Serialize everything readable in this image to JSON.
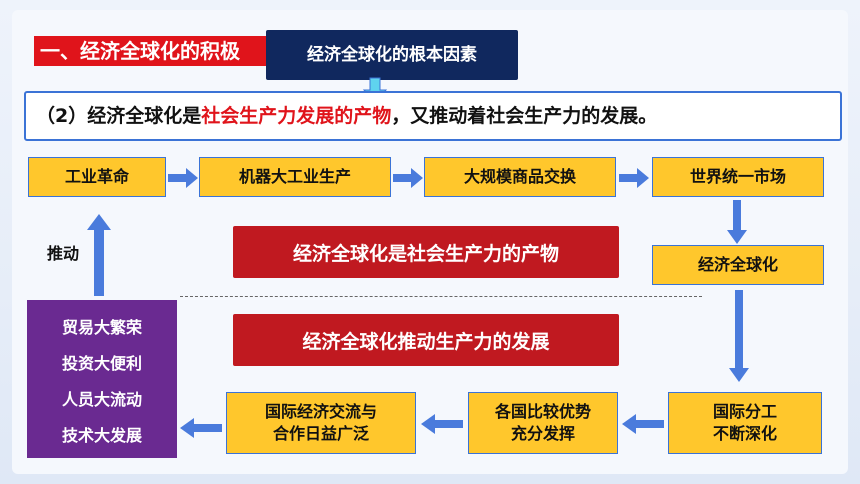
{
  "heading": "一、经济全球化的积极",
  "callout": "经济全球化的根本因素",
  "statement": {
    "prefix": "（2）经济全球化是",
    "highlight": "社会生产力发展的产物",
    "suffix": "，又推动着社会生产力的发展。"
  },
  "top_row": [
    "工业革命",
    "机器大工业生产",
    "大规模商品交换",
    "世界统一市场"
  ],
  "globalization": "经济全球化",
  "banner_product": "经济全球化是社会生产力的产物",
  "banner_promote": "经济全球化推动生产力的发展",
  "bottom_row": {
    "division_line1": "国际分工",
    "division_line2": "不断深化",
    "advantage_line1": "各国比较优势",
    "advantage_line2": "充分发挥",
    "exchange_line1": "国际经济交流与",
    "exchange_line2": "合作日益广泛"
  },
  "outcomes": [
    "贸易大繁荣",
    "投资大便利",
    "人员大流动",
    "技术大发展"
  ],
  "push_label": "推动",
  "colors": {
    "box_fill": "#ffc72c",
    "arrow": "#4a7bdc",
    "red": "#e0141b",
    "navy": "#10285e",
    "purple": "#6a2a91"
  }
}
